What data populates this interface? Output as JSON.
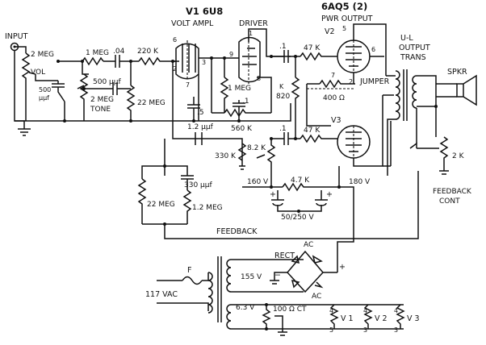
{
  "labels": {
    "input": "INPUT",
    "vol_res": "2 MEG",
    "vol": "VOL",
    "cap_500": "500",
    "cap_500_unit": "μμf",
    "r_1meg_a": "1 MEG",
    "cap_04": ".04",
    "r_220k": "220 K",
    "cap_500uuf": "500 μμf",
    "tone_res": "2 MEG",
    "tone": "TONE",
    "r_22meg_a": "22 MEG",
    "tube_v1": "V1 6U8",
    "volt_ampl": "VOLT AMPL",
    "driver": "DRIVER",
    "r_1meg_b": "1 MEG",
    "cap_5": ".5",
    "cap_1a": ".1",
    "r_560k": "560 K",
    "cap_12uuf": "1.2 μμf",
    "r_330k": "330 K",
    "r_82k": "8.2 K",
    "k": "K",
    "cap_1b": ".1",
    "cap_1c": ".1",
    "r_47k_a": "47 K",
    "r_47k_b": "47 K",
    "r_820": "820",
    "r_400": "400 Ω",
    "jumper": "JUMPER",
    "tube_model": "6AQ5 (2)",
    "pwr_output": "PWR OUTPUT",
    "v2": "V2",
    "v3": "V3",
    "ul": "U-L",
    "output": "OUTPUT",
    "trans": "TRANS",
    "spkr": "SPKR",
    "r_2k": "2 K",
    "feedback_cont_1": "FEEDBACK",
    "feedback_cont_2": "CONT",
    "r_47k_c": "4.7 K",
    "v160": "160 V",
    "v180": "180 V",
    "cap_5025": "50/250 V",
    "cap_330uuf": "330 μμf",
    "r_22meg_b": "22 MEG",
    "r_12meg": "1.2 MEG",
    "feedback": "FEEDBACK",
    "rect": "RECT",
    "ac_top": "AC",
    "ac_bot": "AC",
    "fuse": "F",
    "vac": "117 VAC",
    "v155": "155 V",
    "v63": "6.3 V",
    "r_100ct": "100 Ω CT",
    "heater_v1": "V 1",
    "heater_v2": "V 2",
    "heater_v3": "V 3",
    "plus": "+",
    "minus": "−",
    "pin_1": "1",
    "pin_2": "2",
    "pin_3": "3",
    "pin_4": "4",
    "pin_5": "5",
    "pin_6": "6",
    "pin_7": "7",
    "pin_8": "8",
    "pin_9": "9"
  }
}
